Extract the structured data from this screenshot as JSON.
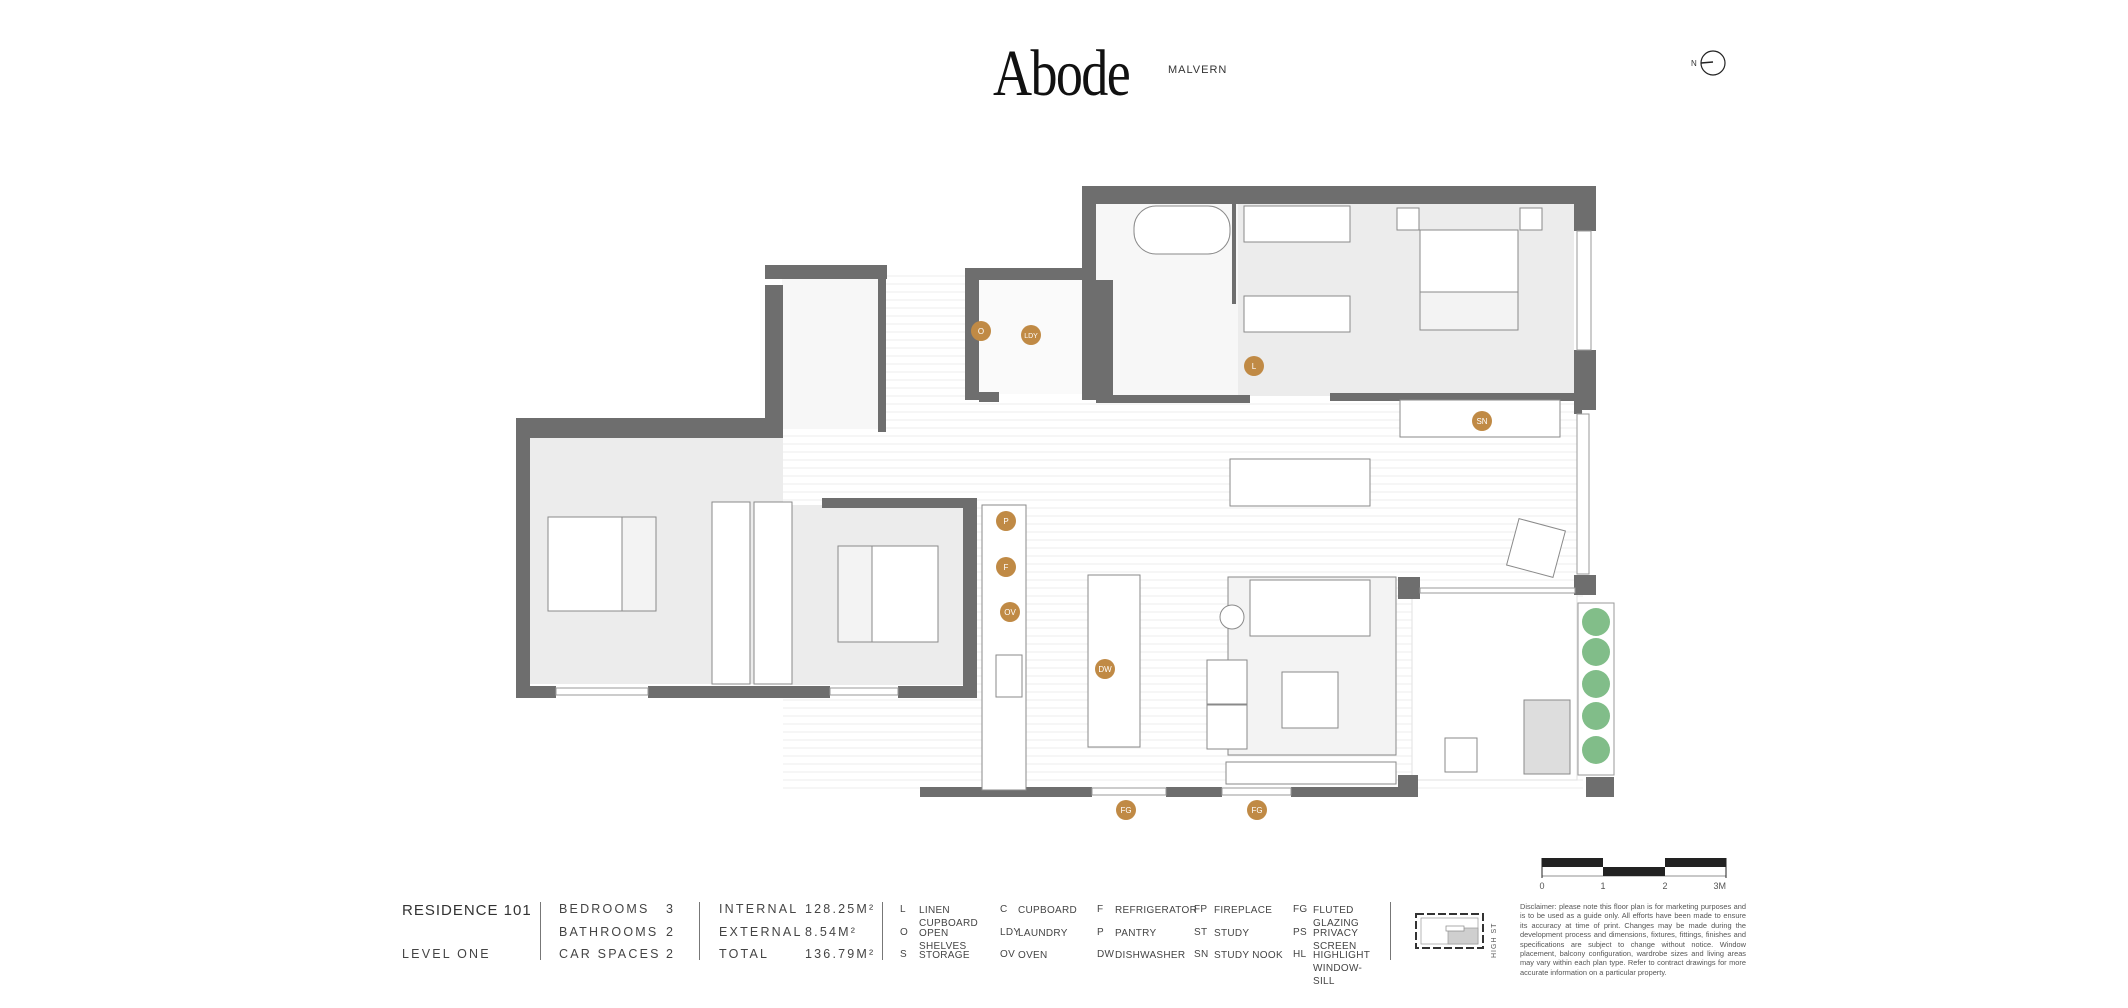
{
  "header": {
    "brand": "Abode",
    "location": "MALVERN",
    "compass_label": "N"
  },
  "residence": {
    "name": "RESIDENCE 101",
    "level": "LEVEL ONE"
  },
  "rooms_summary": [
    {
      "label": "BEDROOMS",
      "value": "3"
    },
    {
      "label": "BATHROOMS",
      "value": "2"
    },
    {
      "label": "CAR SPACES",
      "value": "2"
    }
  ],
  "areas": [
    {
      "label": "INTERNAL",
      "value": "128.25M²"
    },
    {
      "label": "EXTERNAL",
      "value": "8.54M²"
    },
    {
      "label": "TOTAL",
      "value": "136.79M²"
    }
  ],
  "legend": [
    [
      {
        "code": "L",
        "label": "LINEN CUPBOARD"
      },
      {
        "code": "O",
        "label": "OPEN SHELVES"
      },
      {
        "code": "S",
        "label": "STORAGE"
      }
    ],
    [
      {
        "code": "C",
        "label": "CUPBOARD"
      },
      {
        "code": "LDY",
        "label": "LAUNDRY"
      },
      {
        "code": "OV",
        "label": "OVEN"
      }
    ],
    [
      {
        "code": "F",
        "label": "REFRIGERATOR"
      },
      {
        "code": "P",
        "label": "PANTRY"
      },
      {
        "code": "DW",
        "label": "DISHWASHER"
      }
    ],
    [
      {
        "code": "FP",
        "label": "FIREPLACE"
      },
      {
        "code": "ST",
        "label": "STUDY"
      },
      {
        "code": "SN",
        "label": "STUDY NOOK"
      }
    ],
    [
      {
        "code": "FG",
        "label": "FLUTED GLAZING"
      },
      {
        "code": "PS",
        "label": "PRIVACY SCREEN"
      },
      {
        "code": "HL",
        "label": "HIGHLIGHT WINDOW-SILL"
      }
    ]
  ],
  "plan_tags": [
    "O",
    "LDY",
    "L",
    "SN",
    "P",
    "F",
    "OV",
    "DW",
    "FG",
    "FG"
  ],
  "key_plan": {
    "street": "HIGH ST"
  },
  "scale_bar": {
    "ticks": [
      "0",
      "1",
      "2",
      "3M"
    ]
  },
  "disclaimer": "Disclaimer: please note this floor plan is for marketing purposes and is to be used as a guide only. All efforts have been made to ensure its accuracy at time of print. Changes may be made during the development process and dimensions, fixtures, fittings, finishes and specifications are subject to change without notice. Window placement, balcony configuration, wardrobe sizes and living areas may vary within each plan type. Refer to contract drawings for more accurate information on a particular property.",
  "colors": {
    "wall": "#6e6e6e",
    "room_fill": "#ececec",
    "tag": "#c08a45",
    "planter": "#4fa35a",
    "text": "#3a3a3a"
  }
}
